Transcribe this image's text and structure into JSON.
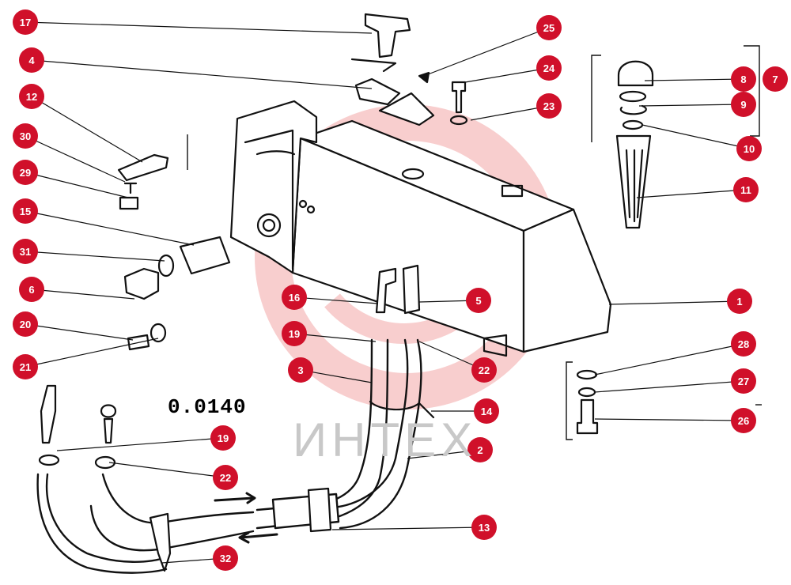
{
  "reference": "0.0140",
  "watermark": "ИНТЕХ",
  "callout_color": "#d0102a",
  "callouts": [
    {
      "label": "17"
    },
    {
      "label": "4"
    },
    {
      "label": "12"
    },
    {
      "label": "30"
    },
    {
      "label": "29"
    },
    {
      "label": "15"
    },
    {
      "label": "31"
    },
    {
      "label": "6"
    },
    {
      "label": "20"
    },
    {
      "label": "21"
    },
    {
      "label": "25"
    },
    {
      "label": "24"
    },
    {
      "label": "23"
    },
    {
      "label": "8"
    },
    {
      "label": "7"
    },
    {
      "label": "9"
    },
    {
      "label": "10"
    },
    {
      "label": "11"
    },
    {
      "label": "1"
    },
    {
      "label": "16"
    },
    {
      "label": "5"
    },
    {
      "label": "19"
    },
    {
      "label": "22"
    },
    {
      "label": "3"
    },
    {
      "label": "14"
    },
    {
      "label": "2"
    },
    {
      "label": "28"
    },
    {
      "label": "27"
    },
    {
      "label": "26"
    },
    {
      "label": "19"
    },
    {
      "label": "22"
    },
    {
      "label": "13"
    },
    {
      "label": "32"
    }
  ]
}
